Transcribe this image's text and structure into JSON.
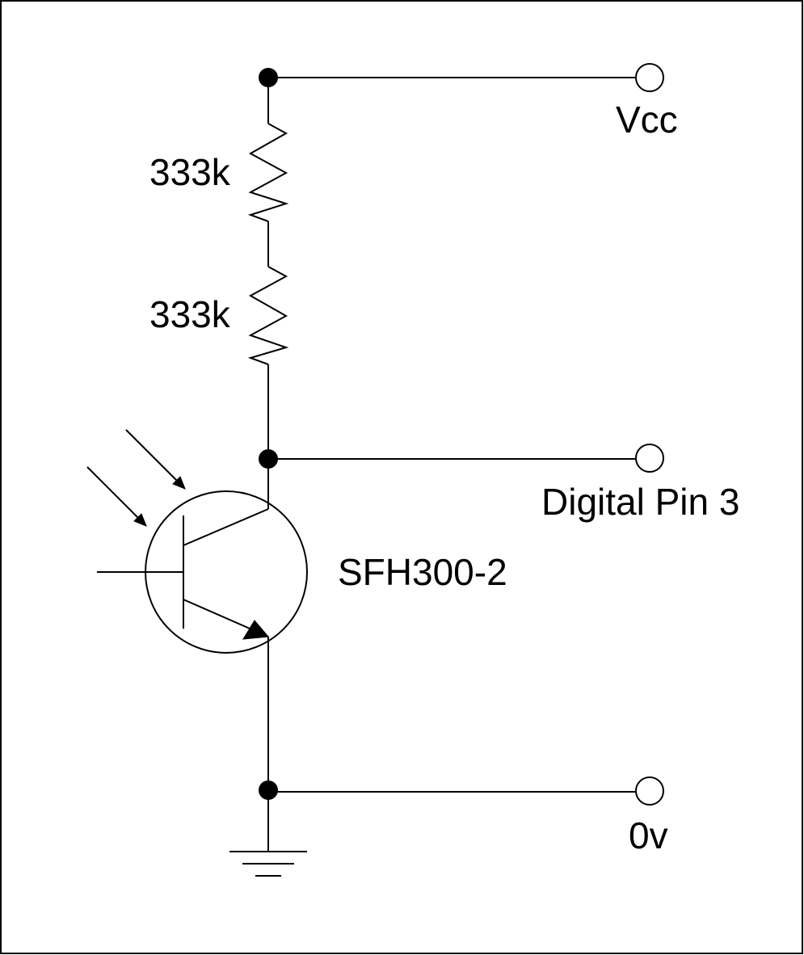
{
  "labels": {
    "vcc": "Vcc",
    "digital_pin": "Digital Pin 3",
    "ground_rail": "0v",
    "transistor": "SFH300-2"
  },
  "resistors": [
    {
      "value": "333k"
    },
    {
      "value": "333k"
    }
  ],
  "colors": {
    "line": "#000000",
    "background": "#ffffff"
  }
}
